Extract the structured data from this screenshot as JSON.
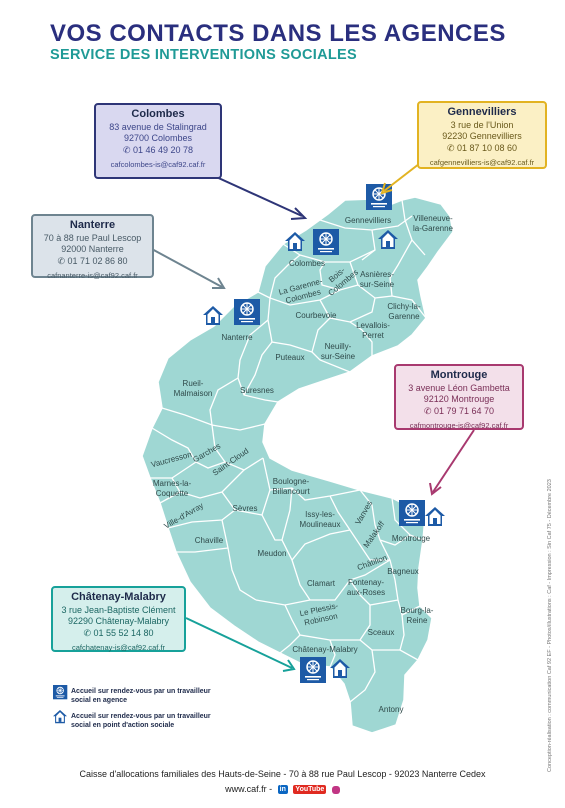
{
  "header": {
    "title": "VOS CONTACTS DANS LES AGENCES",
    "subtitle": "SERVICE DES INTERVENTIONS SOCIALES"
  },
  "agencies": {
    "colombes": {
      "name": "Colombes",
      "address": "83 avenue de Stalingrad",
      "city": "92700 Colombes",
      "phone": "✆ 01 46 49 20 78",
      "email": "cafcolombes-is@caf92.caf.fr"
    },
    "gennevilliers": {
      "name": "Gennevilliers",
      "address": "3 rue de l'Union",
      "city": "92230 Gennevilliers",
      "phone": "✆ 01 87 10 08 60",
      "email": "cafgennevilliers-is@caf92.caf.fr"
    },
    "nanterre": {
      "name": "Nanterre",
      "address": "70 à 88 rue Paul Lescop",
      "city": "92000 Nanterre",
      "phone": "✆ 01 71 02 86 80",
      "email": "cafnanterre-is@caf92.caf.fr"
    },
    "montrouge": {
      "name": "Montrouge",
      "address": "3 avenue Léon Gambetta",
      "city": "92120 Montrouge",
      "phone": "✆ 01 79 71 64 70",
      "email": "cafmontrouge-is@caf92.caf.fr"
    },
    "chatenay": {
      "name": "Châtenay-Malabry",
      "address": "3 rue Jean-Baptiste Clément",
      "city": "92290 Châtenay-Malabry",
      "phone": "✆ 01 55 52 14 80",
      "email": "cafchatenay-is@caf92.caf.fr"
    }
  },
  "communes": {
    "gennevilliers": "Gennevilliers",
    "villeneuve": [
      "Villeneuve-",
      "la-Garenne"
    ],
    "colombes": "Colombes",
    "bois_colombes": [
      "Bois-",
      "Colombes"
    ],
    "asnieres": [
      "Asnières-",
      "sur-Seine"
    ],
    "la_garenne": [
      "La Garenne-",
      "Colombes"
    ],
    "clichy": [
      "Clichy-la-",
      "Garenne"
    ],
    "courbevoie": "Courbevoie",
    "levallois": [
      "Levallois-",
      "Perret"
    ],
    "nanterre": "Nanterre",
    "puteaux": "Puteaux",
    "neuilly": [
      "Neuilly-",
      "sur-Seine"
    ],
    "rueil": [
      "Rueil-",
      "Malmaison"
    ],
    "suresnes": "Suresnes",
    "vaucresson": "Vaucresson",
    "garches": "Garches",
    "saint_cloud": "Saint-Cloud",
    "marnes": [
      "Marnes-la-",
      "Coquette"
    ],
    "boulogne": [
      "Boulogne-",
      "Billancourt"
    ],
    "ville_davray": "Ville-d'Avray",
    "sevres": "Sèvres",
    "issy": [
      "Issy-les-",
      "Moulineaux"
    ],
    "vanves": "Vanves",
    "malakoff": "Malakoff",
    "montrouge": "Montrouge",
    "chaville": "Chaville",
    "meudon": "Meudon",
    "chatillon": "Châtillon",
    "bagneux": "Bagneux",
    "clamart": "Clamart",
    "fontenay": [
      "Fontenay-",
      "aux-Roses"
    ],
    "plessis": [
      "Le Plessis-",
      "Robinson"
    ],
    "bourg": [
      "Bourg-la-",
      "Reine"
    ],
    "sceaux": "Sceaux",
    "chatenay": "Châtenay-Malabry",
    "antony": "Antony"
  },
  "legend": {
    "caf_office": "Accueil sur rendez-vous par un travailleur social en agence",
    "action_point": "Accueil sur rendez-vous par un travailleur social en point d'action sociale"
  },
  "footer": {
    "address": "Caisse d'allocations familiales des Hauts-de-Seine - 70 à 88 rue Paul Lescop - 92023 Nanterre Cedex",
    "website": "www.caf.fr -",
    "linkedin": "in",
    "youtube": "YouTube",
    "credit": "Conception-réalisation : communication Caf 92 EF - Photos/illustrations : Caf - Impression : Sin Caf 75 - Décembre 2023"
  },
  "colors": {
    "map_fill": "#9fd7d3",
    "map_border": "#ffffff",
    "title": "#2a2f7e",
    "subtitle": "#1f9a96",
    "icon_blue": "#1d5aa6"
  }
}
